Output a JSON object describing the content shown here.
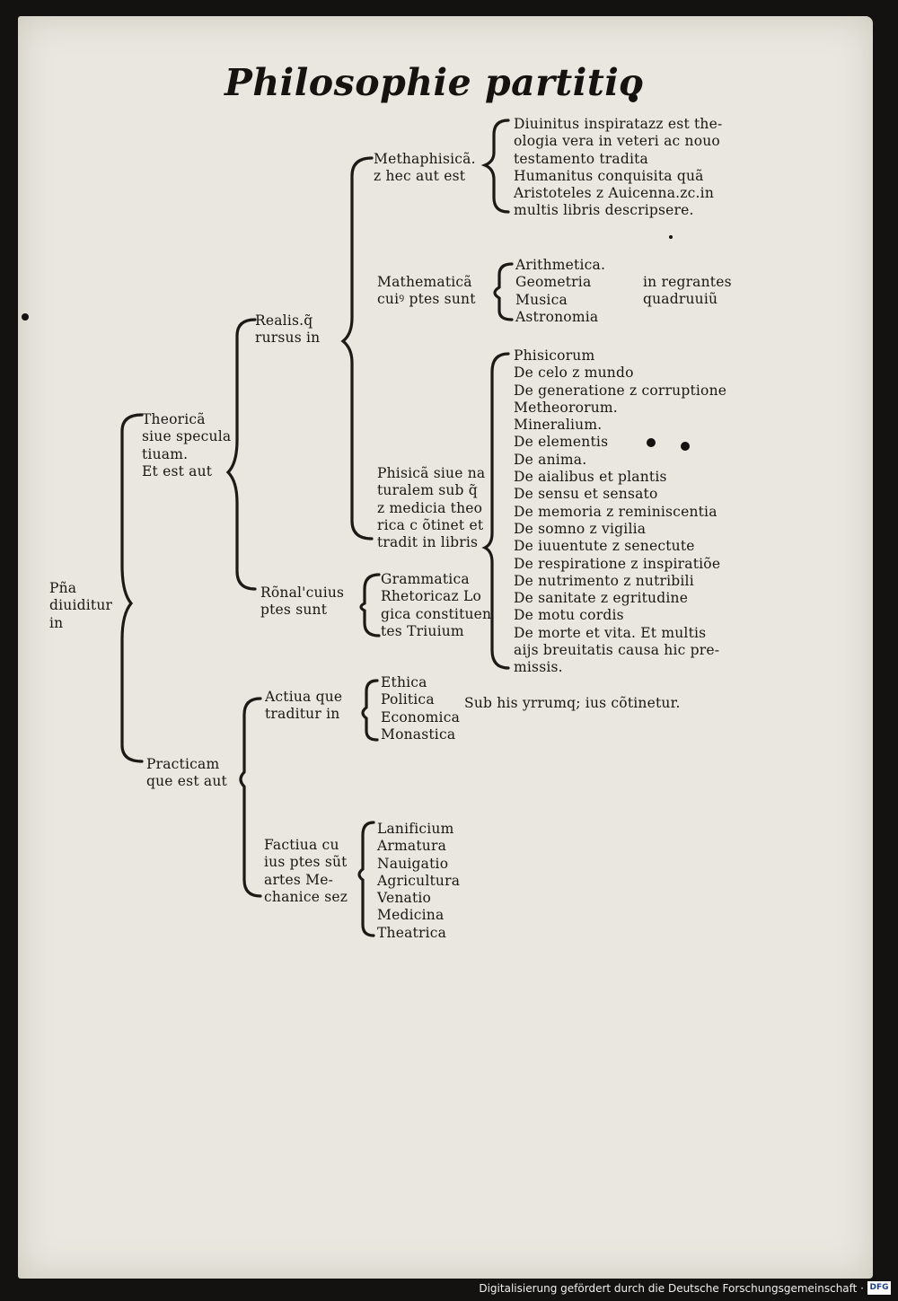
{
  "title": "Philosophie partitio",
  "root": "Pña diuiditur in",
  "theorica": "Theoricã siue specula tiuam.\nEt est aut",
  "realis": "Realis.q̃ rursus in",
  "methaphisica": "Methaphisicã.\nz hec aut est",
  "methaphisica_items": "Diuinitus inspiratazz est the-\nologia vera in veteri ac nouo\ntestamento tradita\nHumanitus conquisita quã\nAristoteles z Auicenna.zc.in\nmultis libris descripsere.",
  "mathematica": "Mathematicã\ncuiꝰ ptes sunt",
  "mathematica_items": "Arithmetica.\nGeometria\nMusica\nAstronomia",
  "quadriuium": "in regrantes\nquadruuiũ",
  "phisica": "Phisicã siue na\nturalem sub q̃\nz medicia theo\nrica c õtinet et\ntradit in libris",
  "phisica_items": "Phisicorum\nDe celo z mundo\nDe generatione z corruptione\nMetheororum.\nMineralium.\nDe elementis\nDe anima.\nDe aialibus et plantis\nDe sensu et sensato\nDe memoria z reminiscentia\nDe somno z vigilia\nDe iuuentute z senectute\nDe respiratione z inspiratiõe\nDe nutrimento z nutribili\nDe sanitate z egritudine\nDe motu cordis\nDe morte et vita. Et multis\naijs breuitatis causa hic pre-\nmissis.",
  "rationalis": "Rõnal'cuius\nptes sunt",
  "rationalis_items": "Grammatica\nRhetoricaz Lo\ngica constituen\ntes Triuium",
  "practica": "Practicam\nque est aut",
  "activa": "Actiua que\ntraditur in",
  "activa_items": "Ethica\nPolitica\nEconomica\nMonastica",
  "activa_note": "Sub his yrrumq; ius cõtinetur.",
  "factiva": "Factiua cu\nius ptes sũt\nartes Me-\nchanice sez",
  "factiva_items": "Lanificium\nArmatura\nNauigatio\nAgricultura\nVenatio\nMedicina\nTheatrica",
  "footer": "Digitalisierung gefördert durch die Deutsche Forschungsgemeinschaft ·",
  "dfg_logo": "DFG"
}
